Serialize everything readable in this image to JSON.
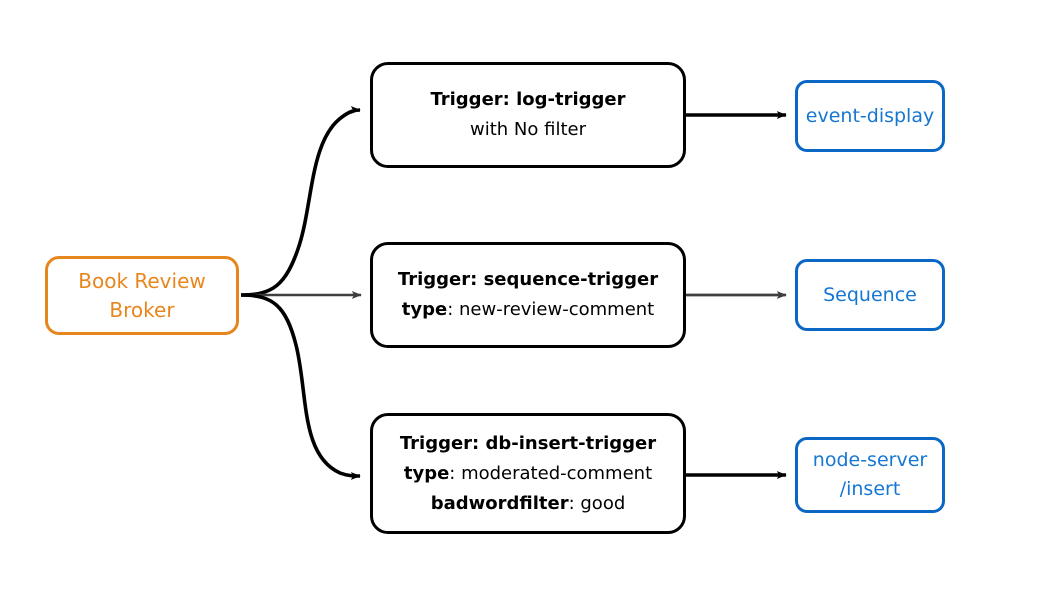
{
  "diagram": {
    "type": "event-broker-trigger-flow",
    "background": "#ffffff",
    "colors": {
      "broker_stroke": "#e8861e",
      "broker_text": "#e8861e",
      "trigger_stroke": "#000000",
      "trigger_text": "#000000",
      "target_stroke": "#0b67c4",
      "target_text": "#1577d2",
      "edge_black": "#000000",
      "edge_gray": "#3f3f3f"
    },
    "broker": {
      "name": "book-review-broker",
      "line1": "Book Review",
      "line2": "Broker"
    },
    "rows": [
      {
        "trigger_name": "log-trigger",
        "trigger_lines": [
          {
            "bold": "Trigger: log-trigger",
            "rest": ""
          },
          {
            "bold": "",
            "rest": "with No filter"
          }
        ],
        "target_lines": [
          "event-display"
        ],
        "target_name": "event-display",
        "edge_in_color": "#000000",
        "edge_out_color": "#000000"
      },
      {
        "trigger_name": "sequence-trigger",
        "trigger_lines": [
          {
            "bold": "Trigger: sequence-trigger",
            "rest": ""
          },
          {
            "bold": "type",
            "rest": ": new-review-comment"
          }
        ],
        "target_lines": [
          "Sequence"
        ],
        "target_name": "sequence",
        "edge_in_color": "#3f3f3f",
        "edge_out_color": "#3f3f3f"
      },
      {
        "trigger_name": "db-insert-trigger",
        "trigger_lines": [
          {
            "bold": "Trigger: db-insert-trigger",
            "rest": ""
          },
          {
            "bold": "type",
            "rest": ": moderated-comment"
          },
          {
            "bold": "badwordfilter",
            "rest": ": good"
          }
        ],
        "target_lines": [
          "node-server",
          "/insert"
        ],
        "target_name": "node-server-insert",
        "edge_in_color": "#000000",
        "edge_out_color": "#000000"
      }
    ]
  }
}
